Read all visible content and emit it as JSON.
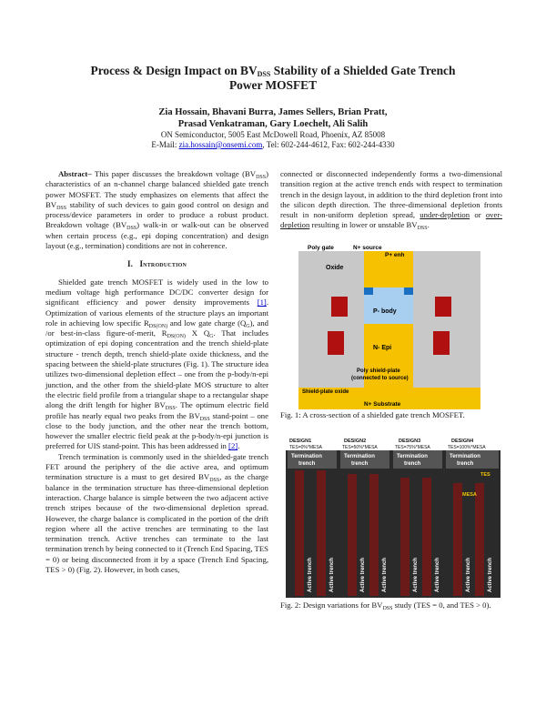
{
  "title": {
    "line1_pre": "Process & Design Impact on BV",
    "line1_sub": "DSS",
    "line1_post": " Stability of a Shielded Gate Trench",
    "line2": "Power MOSFET"
  },
  "authors": {
    "line1": "Zia Hossain, Bhavani Burra, James Sellers, Brian Pratt,",
    "line2": "Prasad Venkatraman, Gary Loechelt, Ali Salih"
  },
  "affiliation": {
    "org": "ON Semiconductor, 5005 East McDowell Road, Phoenix, AZ 85008",
    "email_label": "E-Mail: ",
    "email": "zia.hossain@onsemi.com",
    "contact": ", Tel: 602-244-4612, Fax: 602-244-4330"
  },
  "abstract": {
    "label": "Abstract–",
    "t1": " This paper discusses the breakdown voltage (BV",
    "s1": "DSS",
    "t2": ") characteristics of an n-channel charge balanced shielded gate trench power MOSFET. The study emphasizes on elements that affect the BV",
    "s2": "DSS",
    "t3": " stability of such devices to gain good control on design and process/device parameters in order to produce a robust product. Breakdown voltage (BV",
    "s3": "DSS",
    "t4": ") walk-in or walk-out can be observed when certain process (e.g., epi doping concentration) and design layout (e.g., termination) conditions are not in coherence."
  },
  "section1": {
    "number": "I.",
    "title": "Introduction"
  },
  "intro_p1": {
    "t1": "Shielded gate trench MOSFET is widely used in the low to medium voltage high performance DC/DC converter design for significant efficiency and power density improvements ",
    "ref1": "[1]",
    "t2": ". Optimization of various elements of the structure plays an important role in achieving low specific R",
    "s1": "DS(ON)",
    "t3": " and low gate charge (Q",
    "s2": "G",
    "t4": "), and /or best-in-class figure-of-merit, R",
    "s3": "DS(ON)",
    "t5": " X Q",
    "s4": "G",
    "t6": ". That includes optimization of epi doping concentration and the trench shield-plate structure - trench depth, trench shield-plate oxide thickness, and the spacing between the shield-plate structures (Fig. 1). The structure idea utilizes two-dimensional depletion effect – one from the p-body/n-epi junction, and the other from the shield-plate MOS structure to alter the electric field profile from a triangular shape to a rectangular shape along the drift length for higher BV",
    "s5": "DSS",
    "t7": ". The optimum electric field profile has nearly equal two peaks from the BV",
    "s6": "DSS",
    "t8": " stand-point – one close to the body junction, and the other near the trench bottom, however the smaller electric field peak at the p-body/n-epi junction is preferred for UIS stand-point. This has been addressed in ",
    "ref2": "[2]",
    "t9": "."
  },
  "intro_p2": {
    "t1": "Trench termination is commonly used in the shielded-gate trench FET around the periphery of the die active area, and optimum termination structure is a must to get desired BV",
    "s1": "DSS",
    "t2": ", as the charge balance in the termination structure has three-dimensional depletion interaction. Charge balance is simple between the two adjacent active trench stripes because of the two-dimensional depletion spread. However, the charge balance is complicated in the portion of the drift region where all the active trenches are terminating to the last termination trench. Active trenches can terminate to the last termination trench by being connected to it (Trench End Spacing, TES = 0) or being disconnected from it by a space (Trench End Spacing, TES > 0) (Fig. 2). However, in both cases,"
  },
  "right_p1": {
    "t1": "connected or disconnected independently forms a two-dimensional transition region at the active trench ends with respect to termination trench in the design layout, in addition to the third depletion front into the silicon depth direction. The three-dimensional depletion fronts result in non-uniform depletion spread, ",
    "u1": "under-depletion",
    "t2": " or ",
    "u2": "over-depletion",
    "t3": " resulting in lower or unstable BV",
    "s1": "DSS",
    "t4": "."
  },
  "fig1": {
    "labels": {
      "poly_gate": "Poly gate",
      "n_source": "N+ source",
      "p_enh": "P+ enh",
      "oxide": "Oxide",
      "p_body": "P- body",
      "n_epi": "N- Epi",
      "shield_poly_1": "Poly shield-plate",
      "shield_poly_2": "(connected to source)",
      "shield_oxide": "Shield-plate oxide",
      "n_substrate": "N+ Substrate"
    },
    "caption": "Fig. 1: A cross-section of a shielded gate trench MOSFET.",
    "colors": {
      "substrate": "#f2c300",
      "epi": "#f6c100",
      "body": "#a8cff0",
      "oxide": "#c8c8c8",
      "poly": "#b01010",
      "source": "#1a6fc2"
    }
  },
  "fig2": {
    "designs": [
      {
        "name": "DESIGN1",
        "tes": "TES=0%*MESA"
      },
      {
        "name": "DESIGN2",
        "tes": "TES=50%*MESA"
      },
      {
        "name": "DESIGN3",
        "tes": "TES=75%*MESA"
      },
      {
        "name": "DESIGN4",
        "tes": "TES=100%*MESA"
      }
    ],
    "term_label_1": "Termination",
    "term_label_2": "trench",
    "active_label": "Active trench",
    "tes_tag": "TES",
    "mesa_tag": "MESA",
    "caption_pre": "Fig. 2: Design variations for BV",
    "caption_sub": "DSS",
    "caption_post": " study (TES = 0, and TES > 0)."
  }
}
